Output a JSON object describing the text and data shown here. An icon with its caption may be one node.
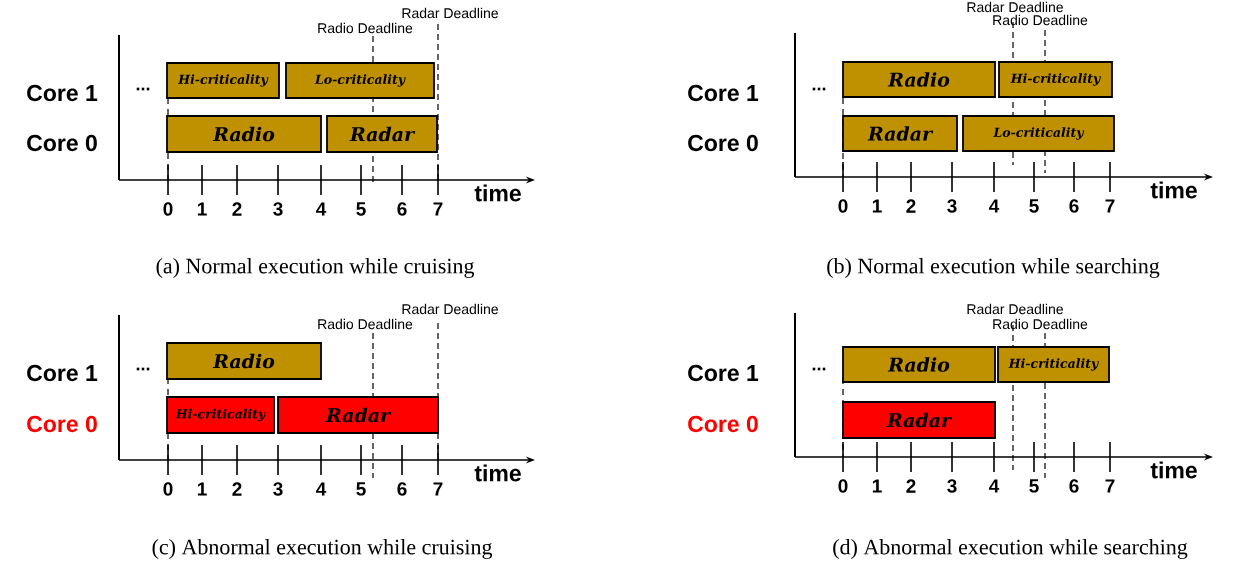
{
  "diagram": {
    "nodes": [
      {
        "text": [
          "Hi-criticality"
        ]
      },
      {
        "text": [
          "Lo-criticality"
        ]
      },
      {
        "text": [
          "Radio"
        ]
      },
      {
        "text": [
          "Radar"
        ]
      },
      {
        "text": [
          "Radio"
        ]
      },
      {
        "text": [
          "Hi-criticality"
        ]
      },
      {
        "text": [
          "Radar"
        ]
      },
      {
        "text": [
          "Lo-criticality"
        ]
      },
      {
        "text": [
          "Radio"
        ]
      },
      {
        "text": [
          "Hi-criticality"
        ]
      },
      {
        "text": [
          "Radar"
        ]
      },
      {
        "text": [
          "Radio"
        ]
      },
      {
        "text": [
          "Hi-criticality"
        ]
      },
      {
        "text": [
          "Radar"
        ]
      }
    ],
    "labels": [
      "Radar Deadline",
      "Radio Deadline",
      "Core 1",
      "Core 0",
      "...",
      "0",
      "1",
      "2",
      "3",
      "4",
      "5",
      "6",
      "7",
      "time",
      "(a) Normal execution while cruising",
      "Radar Deadline",
      "Radio Deadline",
      "Core 1",
      "Core 0",
      "...",
      "0",
      "1",
      "2",
      "3",
      "4",
      "5",
      "6",
      "7",
      "time",
      "(b) Normal execution while searching",
      "Radar Deadline",
      "Radio Deadline",
      "Core 1",
      "Core 0",
      "...",
      "0",
      "1",
      "2",
      "3",
      "4",
      "5",
      "6",
      "7",
      "time",
      "(c) Abnormal execution while cruising",
      "Radar Deadline",
      "Radio Deadline",
      "Core 1",
      "Core 0",
      "...",
      "0",
      "1",
      "2",
      "3",
      "4",
      "5",
      "6",
      "7",
      "time",
      "(d) Abnormal execution while searching"
    ]
  }
}
